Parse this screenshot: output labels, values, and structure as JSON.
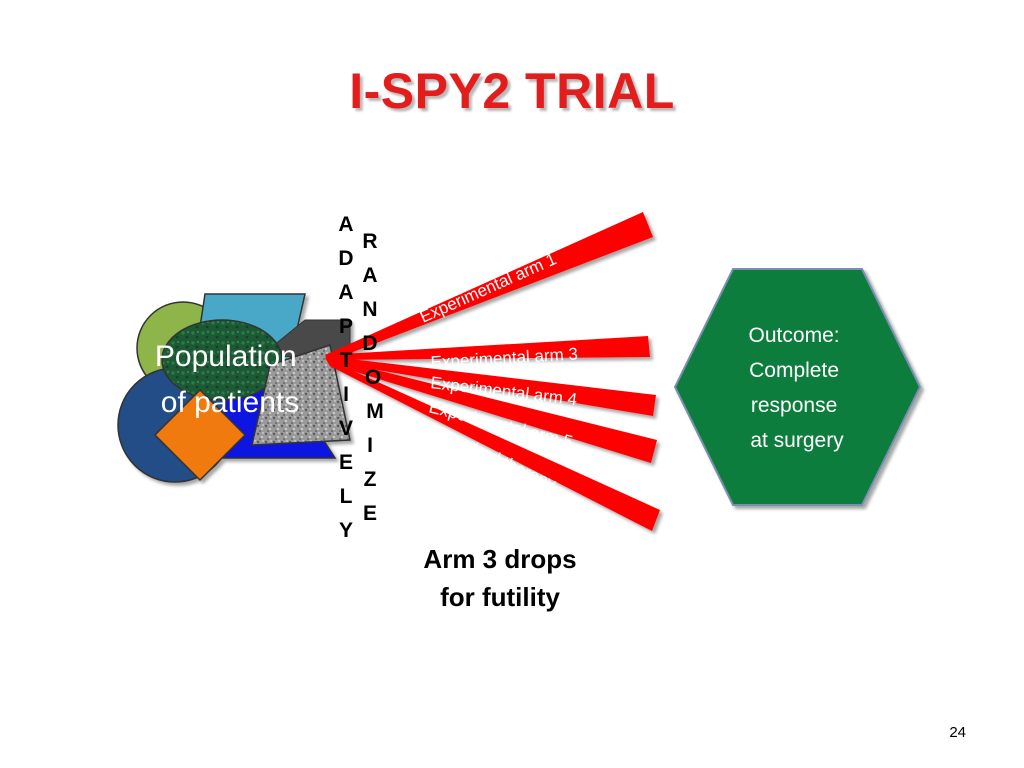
{
  "title": "I-SPY2 TRIAL",
  "population": {
    "line1": "Population",
    "line2": "of patients"
  },
  "vertical_words": {
    "adaptively": [
      "A",
      "D",
      "A",
      "P",
      "T",
      "I",
      "V",
      "E",
      "L",
      "Y"
    ],
    "randomize": [
      "R",
      "A",
      "N",
      "D",
      "O",
      "M",
      "I",
      "Z",
      "E"
    ]
  },
  "arms": [
    {
      "label": "Experimental arm 1"
    },
    {
      "label": "Experimental arm 3"
    },
    {
      "label": "Experimental arm 4"
    },
    {
      "label": "Experimental arm 5"
    },
    {
      "label": "Standard therapy"
    }
  ],
  "outcome": {
    "line1": "Outcome:",
    "line2": "Complete",
    "line3": "response",
    "line4": "at surgery"
  },
  "note": {
    "line1": "Arm 3 drops",
    "line2": "for futility"
  },
  "page_number": "24",
  "colors": {
    "title": "#e31c1c",
    "arm_fill": "#ff0000",
    "outcome_fill": "#0a7d3c"
  }
}
